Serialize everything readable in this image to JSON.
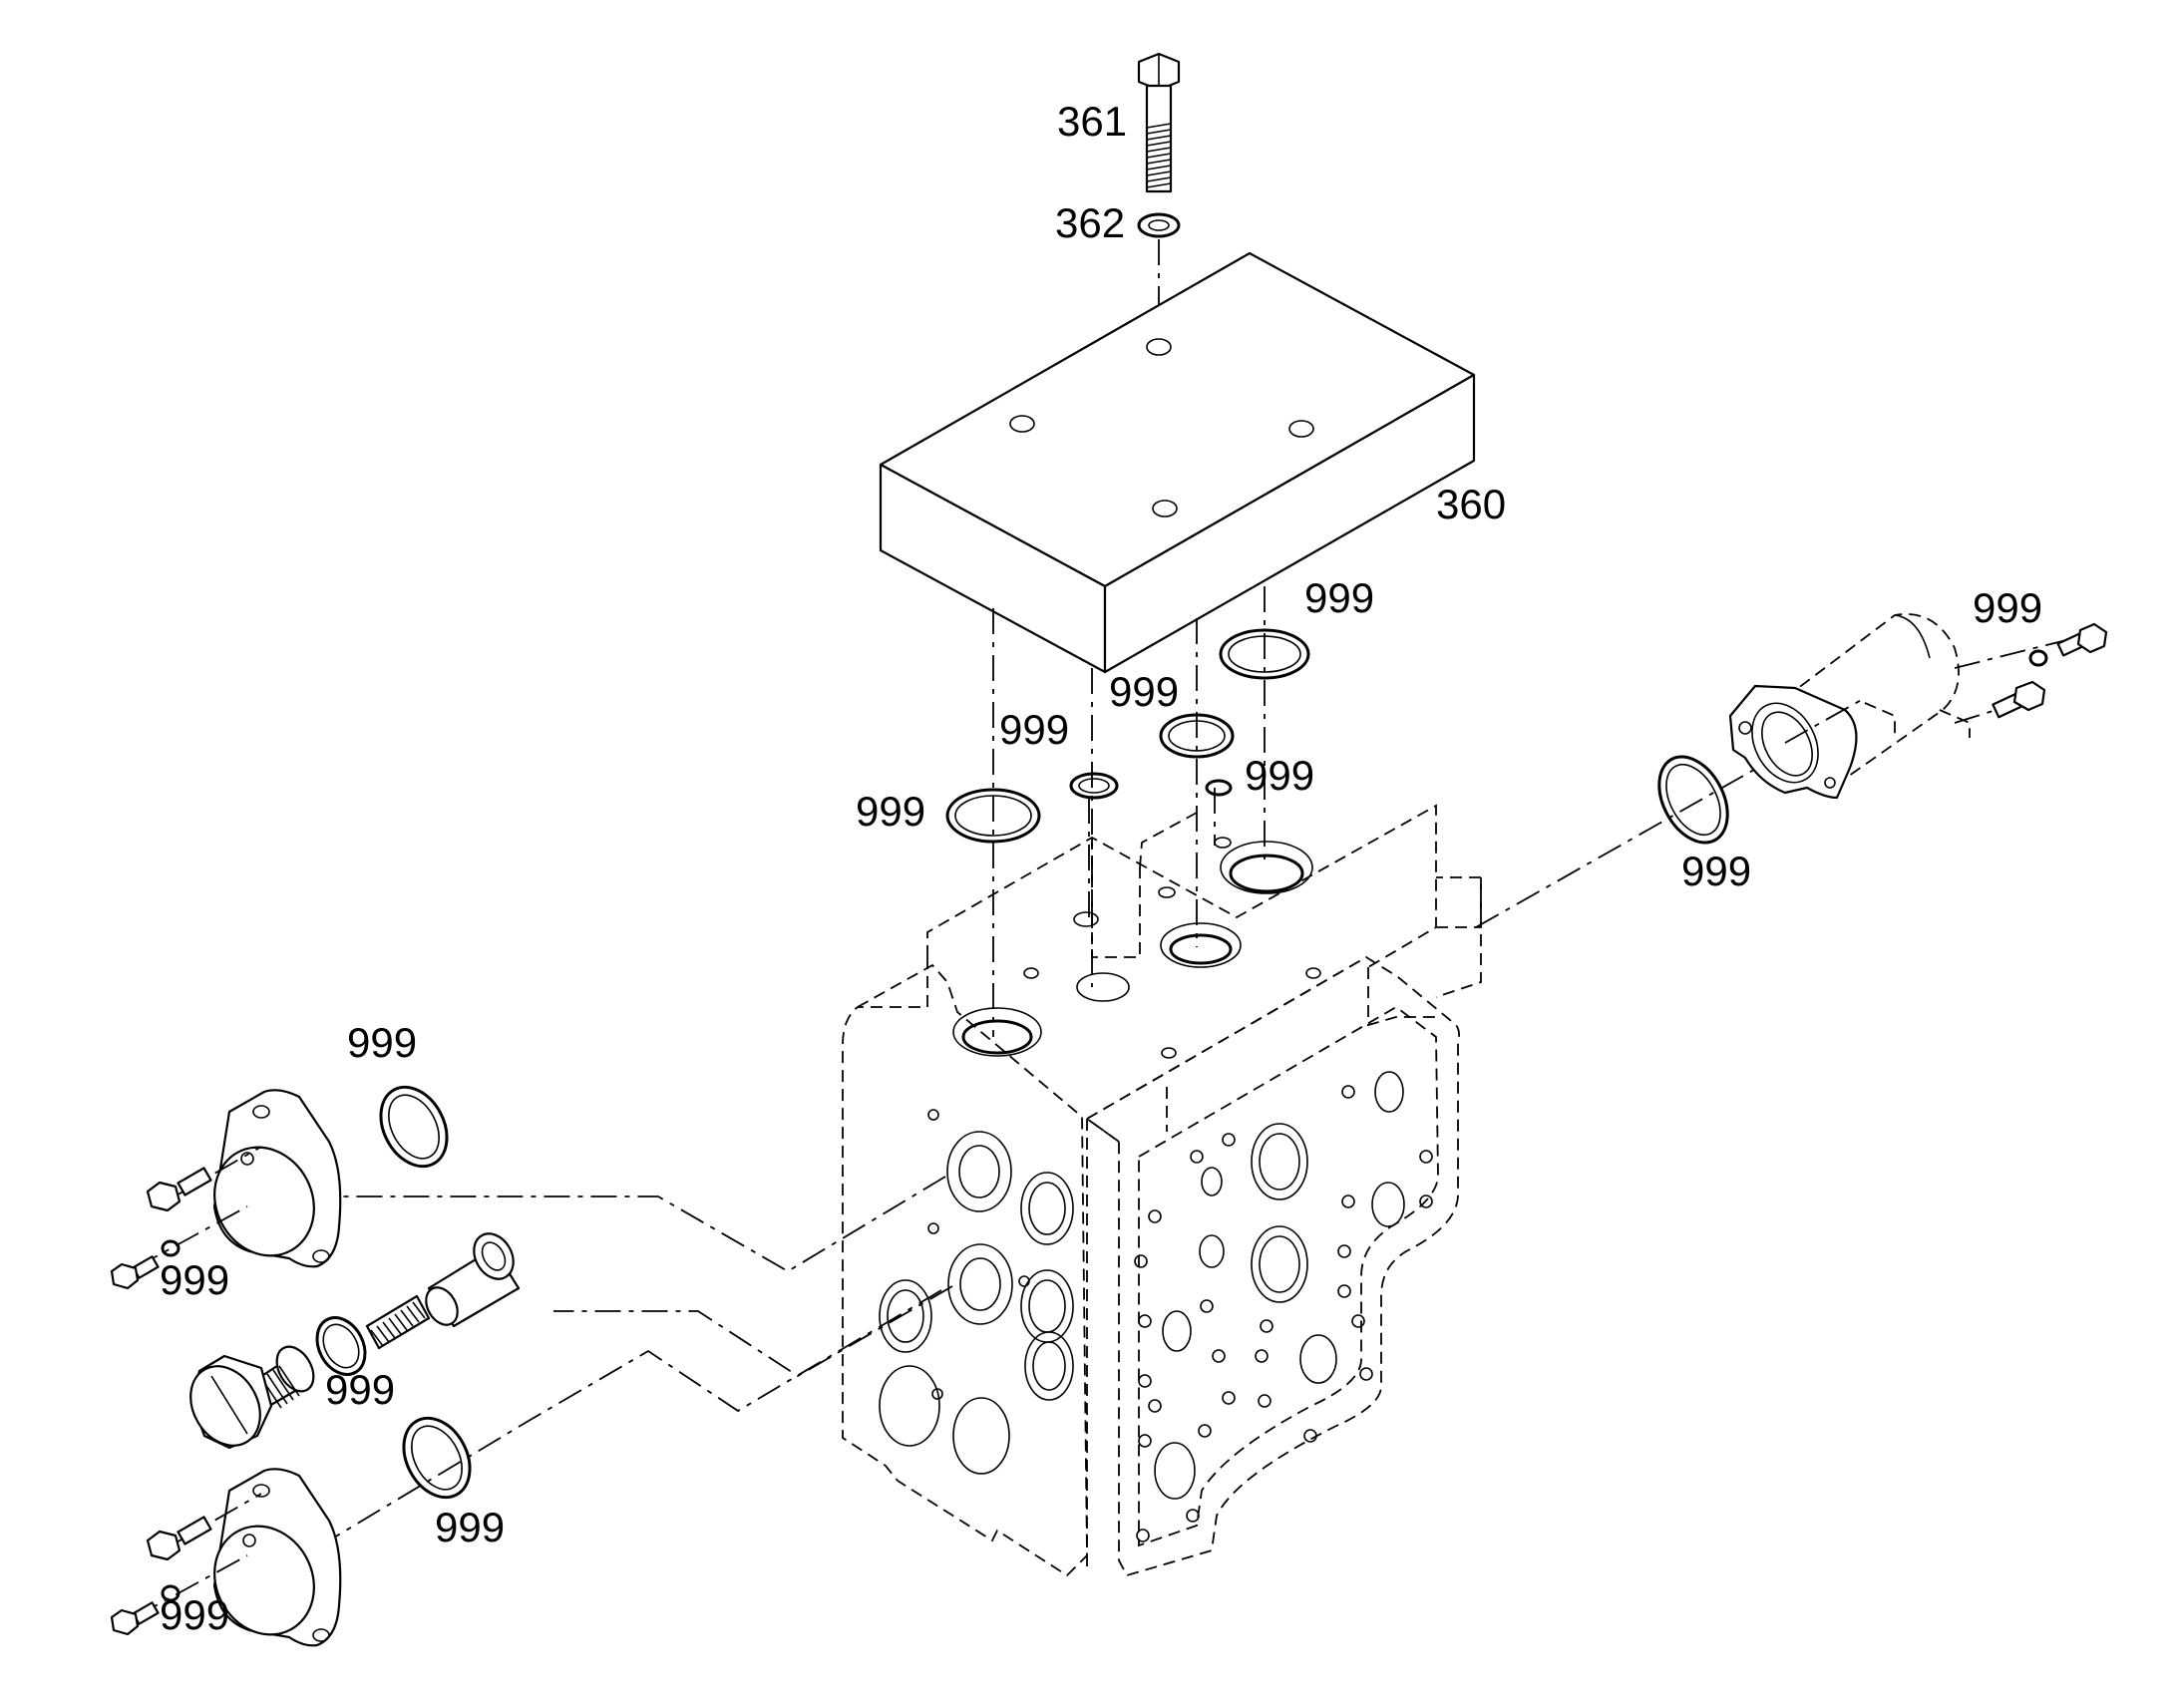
{
  "labels": {
    "l361": "361",
    "l362": "362",
    "l360": "360",
    "l999": "999"
  },
  "colors": {
    "line": "#000000",
    "background": "#ffffff"
  }
}
